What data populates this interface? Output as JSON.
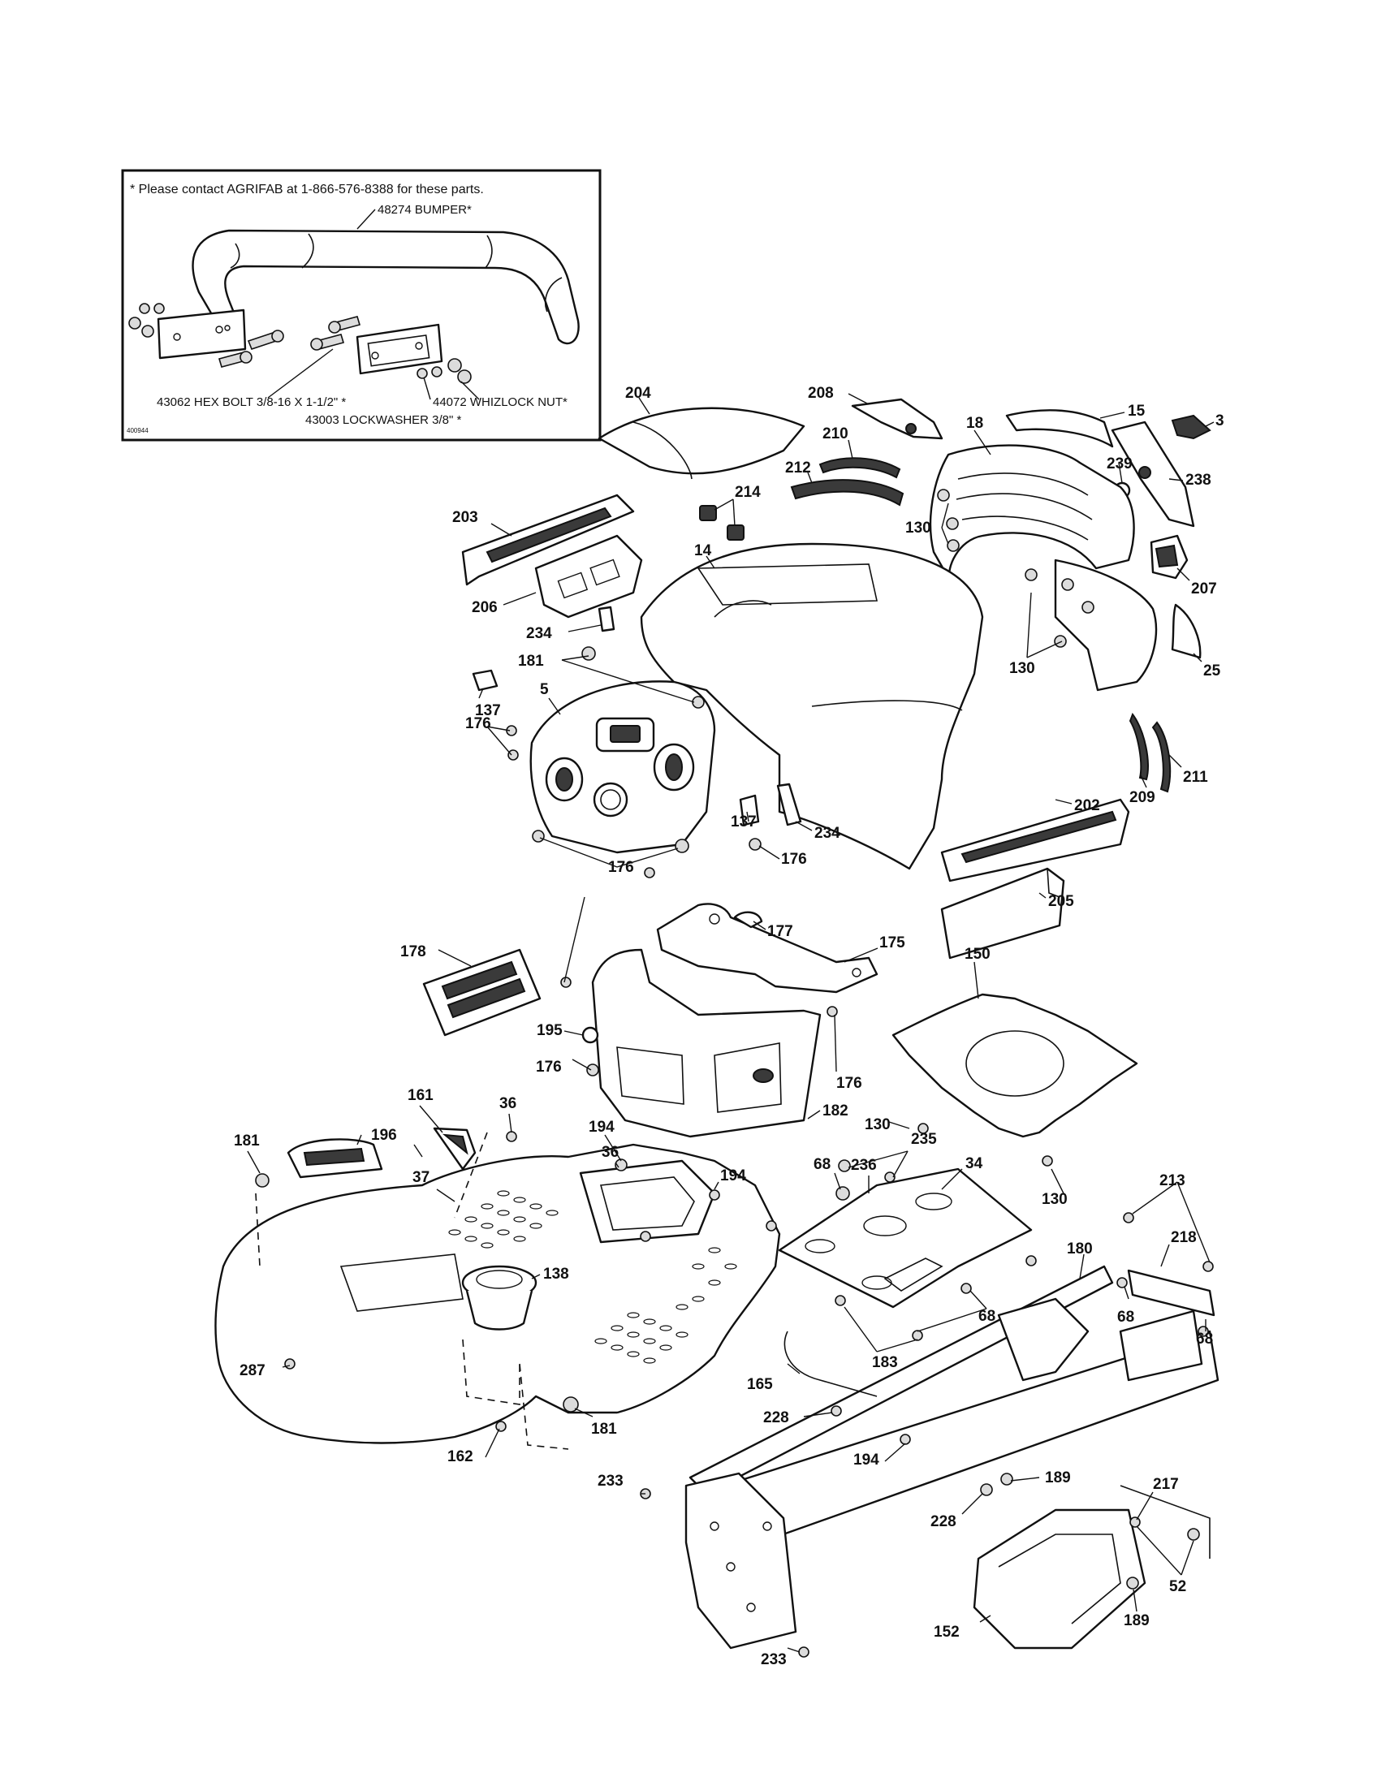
{
  "inset": {
    "note": "* Please contact AGRIFAB at 1-866-576-8388 for these parts.",
    "bumper_label": "48274 BUMPER*",
    "hex_bolt_label": "43062 HEX BOLT 3/8-16 X 1-1/2\" *",
    "lockwasher_label": "43003 LOCKWASHER 3/8\" *",
    "whizlock_label": "44072 WHIZLOCK NUT*",
    "drawing_number": "400944"
  },
  "callouts": {
    "c204": "204",
    "c208": "208",
    "c15": "15",
    "c3": "3",
    "c210": "210",
    "c18": "18",
    "c239": "239",
    "c238": "238",
    "c212": "212",
    "c214": "214",
    "c130a": "130",
    "c203": "203",
    "c14": "14",
    "c207": "207",
    "c206": "206",
    "c234a": "234",
    "c130b": "130",
    "c25": "25",
    "c181a": "181",
    "c137a": "137",
    "c5": "5",
    "c176a": "176",
    "c211": "211",
    "c209": "209",
    "c202": "202",
    "c137b": "137",
    "c234b": "234",
    "c176b": "176",
    "c176c": "176",
    "c205": "205",
    "c177": "177",
    "c175": "175",
    "c178": "178",
    "c150": "150",
    "c195": "195",
    "c176d": "176",
    "c176e": "176",
    "c161": "161",
    "c36a": "36",
    "c194a": "194",
    "c182": "182",
    "c130c": "130",
    "c181b": "181",
    "c196": "196",
    "c36b": "36",
    "c235": "235",
    "c68a": "68",
    "c236": "236",
    "c34": "34",
    "c37": "37",
    "c194b": "194",
    "c130d": "130",
    "c213": "213",
    "c138": "138",
    "c180": "180",
    "c218": "218",
    "c68b": "68",
    "c68c": "68",
    "c68d": "68",
    "c287": "287",
    "c183": "183",
    "c165": "165",
    "c228a": "228",
    "c181c": "181",
    "c162": "162",
    "c194c": "194",
    "c233a": "233",
    "c189a": "189",
    "c217": "217",
    "c228b": "228",
    "c52": "52",
    "c152": "152",
    "c189b": "189",
    "c233b": "233"
  }
}
